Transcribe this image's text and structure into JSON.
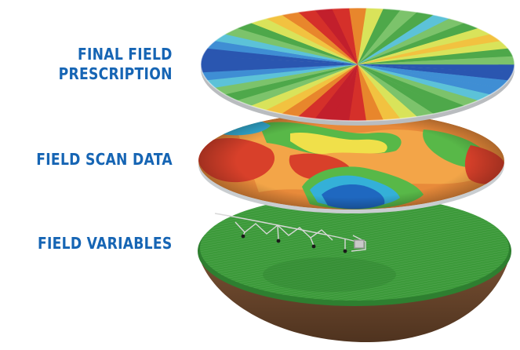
{
  "colors": {
    "label_text": "#1665b4",
    "prescription": [
      "#2a56b0",
      "#3f8ed4",
      "#5cc2d8",
      "#7cc36b",
      "#4ea84a",
      "#d9e35a",
      "#f2c240",
      "#e8862c",
      "#d5302a",
      "#c21f2c"
    ],
    "scan_base": "#e88a3a",
    "scan_hot": "#d8402a",
    "scan_warm": "#f3a548",
    "scan_mid": "#f0e04a",
    "scan_green": "#58b848",
    "scan_cold": "#1f68c0",
    "scan_cyan": "#34b0d8",
    "field_green": "#3c9a3a",
    "field_green_dark": "#2e7f30",
    "soil": "#7a5234",
    "soil_dark": "#4f331f"
  },
  "labels": {
    "prescription": [
      "FINAL FIELD",
      "PRESCRIPTION"
    ],
    "scan": "FIELD SCAN DATA",
    "variables": "FIELD VARIABLES"
  }
}
